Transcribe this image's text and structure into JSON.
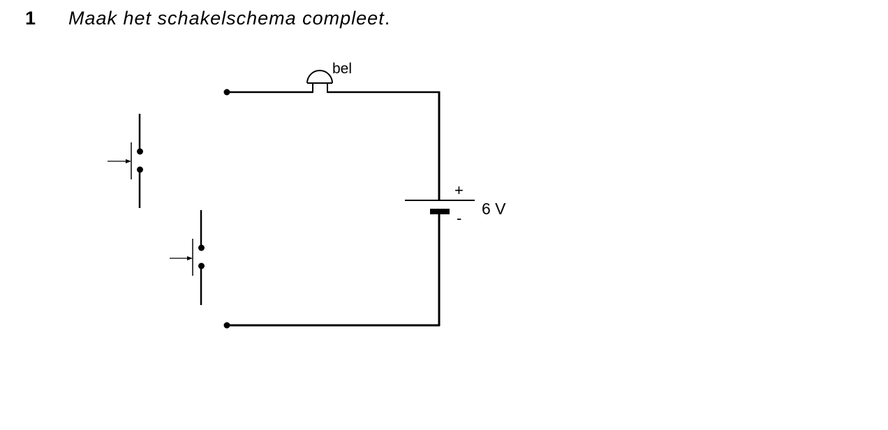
{
  "question": {
    "number": "1",
    "text": "Maak het schakelschema compleet",
    "end_punct": "."
  },
  "diagram": {
    "bell_label": "bel",
    "battery_plus": "+",
    "battery_minus": "-",
    "battery_voltage": "6 V"
  }
}
